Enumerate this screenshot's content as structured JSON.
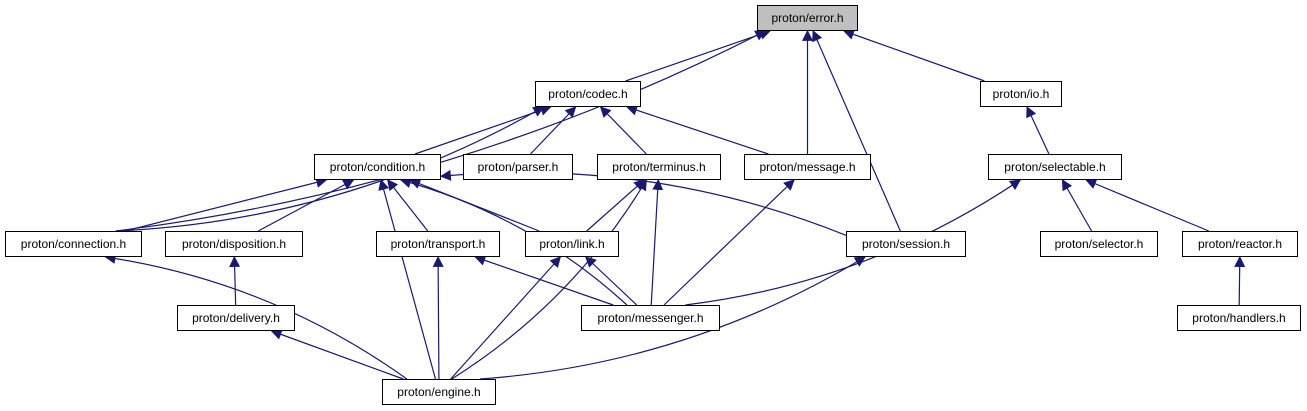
{
  "graph": {
    "edge_color": "#191970",
    "nodes": {
      "error": "proton/error.h",
      "codec": "proton/codec.h",
      "io": "proton/io.h",
      "condition": "proton/condition.h",
      "parser": "proton/parser.h",
      "terminus": "proton/terminus.h",
      "message": "proton/message.h",
      "selectable": "proton/selectable.h",
      "connection": "proton/connection.h",
      "disposition": "proton/disposition.h",
      "transport": "proton/transport.h",
      "link": "proton/link.h",
      "session": "proton/session.h",
      "selector": "proton/selector.h",
      "reactor": "proton/reactor.h",
      "delivery": "proton/delivery.h",
      "messenger": "proton/messenger.h",
      "handlers": "proton/handlers.h",
      "engine": "proton/engine.h"
    },
    "edges": [
      [
        "codec",
        "error"
      ],
      [
        "io",
        "error"
      ],
      [
        "message",
        "error"
      ],
      [
        "session",
        "error"
      ],
      [
        "connection",
        "error"
      ],
      [
        "condition",
        "codec"
      ],
      [
        "parser",
        "codec"
      ],
      [
        "terminus",
        "codec"
      ],
      [
        "message",
        "codec"
      ],
      [
        "connection",
        "codec"
      ],
      [
        "selectable",
        "io"
      ],
      [
        "connection",
        "condition"
      ],
      [
        "disposition",
        "condition"
      ],
      [
        "transport",
        "condition"
      ],
      [
        "link",
        "condition"
      ],
      [
        "session",
        "condition"
      ],
      [
        "messenger",
        "condition"
      ],
      [
        "engine",
        "condition"
      ],
      [
        "link",
        "terminus"
      ],
      [
        "messenger",
        "terminus"
      ],
      [
        "engine",
        "terminus"
      ],
      [
        "messenger",
        "message"
      ],
      [
        "selector",
        "selectable"
      ],
      [
        "reactor",
        "selectable"
      ],
      [
        "messenger",
        "selectable"
      ],
      [
        "engine",
        "connection"
      ],
      [
        "delivery",
        "disposition"
      ],
      [
        "messenger",
        "transport"
      ],
      [
        "engine",
        "transport"
      ],
      [
        "messenger",
        "link"
      ],
      [
        "engine",
        "link"
      ],
      [
        "engine",
        "session"
      ],
      [
        "handlers",
        "reactor"
      ],
      [
        "engine",
        "delivery"
      ]
    ]
  }
}
